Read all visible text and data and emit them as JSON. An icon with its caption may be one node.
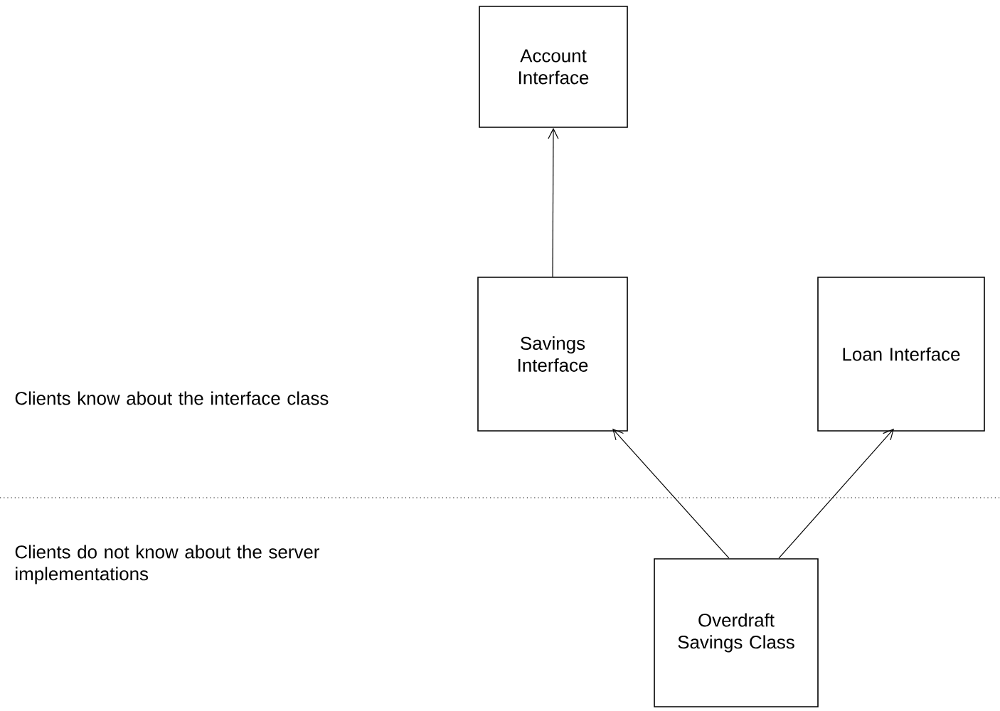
{
  "diagram": {
    "nodes": [
      {
        "text": [
          "Account Interface"
        ]
      },
      {
        "text": [
          "Savings Interface"
        ]
      },
      {
        "text": [
          "Loan Interface"
        ]
      },
      {
        "text": [
          "Overdraft Savings Class"
        ]
      }
    ],
    "edges": [
      {
        "from": 1,
        "to": 0,
        "arrow": "to"
      },
      {
        "from": 3,
        "to": 1,
        "arrow": "to"
      },
      {
        "from": 3,
        "to": 2,
        "arrow": "to"
      }
    ],
    "labels": [
      "Clients know about the interface class",
      "Clients do not know about the server implementations"
    ]
  }
}
